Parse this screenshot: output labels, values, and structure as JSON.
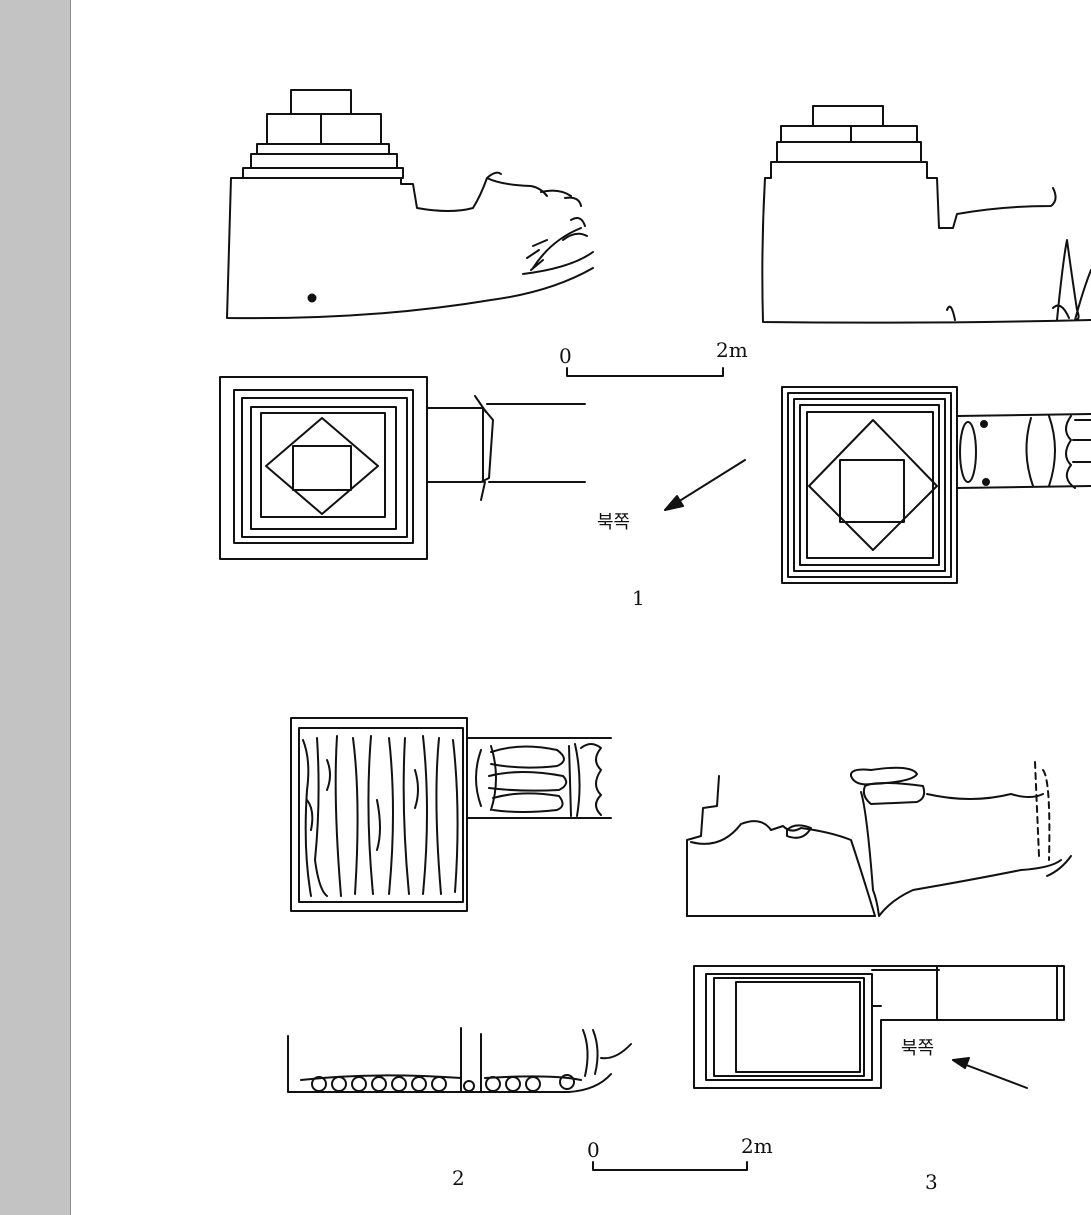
{
  "figures": [
    {
      "number": "1"
    },
    {
      "number": "2"
    },
    {
      "number": "3"
    }
  ],
  "scale_bars": [
    {
      "start_label": "0",
      "end_label": "2m"
    },
    {
      "start_label": "0",
      "end_label": "2m"
    }
  ],
  "north_arrows": [
    {
      "label": "북쪽"
    },
    {
      "label": "북쪽"
    }
  ],
  "colors": {
    "sidebar": "#c3c3c3",
    "ink": "#111111",
    "paper": "#ffffff"
  }
}
